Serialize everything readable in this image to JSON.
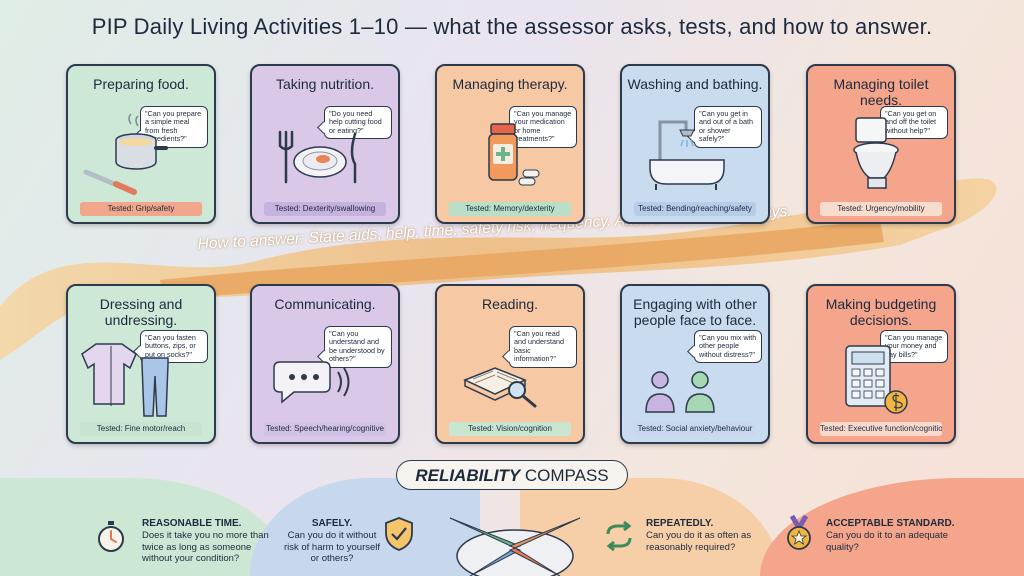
{
  "title": "PIP Daily Living Activities 1–10 — what the assessor asks, tests, and how to answer.",
  "ribbon_text": "How to answer: State aids, help, time, safety risk, frequency. Answer for >50% of days.",
  "activities": [
    {
      "title": "Preparing food.",
      "question": "\"Can you prepare a simple meal from fresh ingredients?\"",
      "tested": "Tested: Grip/safety",
      "icon": "cooking-pot-knife-icon"
    },
    {
      "title": "Taking nutrition.",
      "question": "\"Do you need help cutting food or eating?\"",
      "tested": "Tested: Dexterity/swallowing",
      "icon": "plate-cutlery-icon"
    },
    {
      "title": "Managing therapy.",
      "question": "\"Can you manage your medication or home treatments?\"",
      "tested": "Tested: Memory/dexterity",
      "icon": "medicine-bottle-icon"
    },
    {
      "title": "Washing and bathing.",
      "question": "\"Can you get in and out of a bath or shower safely?\"",
      "tested": "Tested: Bending/reaching/safety",
      "icon": "bathtub-shower-icon"
    },
    {
      "title": "Managing toilet needs.",
      "question": "\"Can you get on and off the toilet without help?\"",
      "tested": "Tested: Urgency/mobility",
      "icon": "toilet-icon"
    },
    {
      "title": "Dressing and undressing.",
      "question": "\"Can you fasten buttons, zips, or put on socks?\"",
      "tested": "Tested: Fine motor/reach",
      "icon": "shirt-trousers-icon"
    },
    {
      "title": "Communicating.",
      "question": "\"Can you understand and be understood by others?\"",
      "tested": "Tested: Speech/hearing/cognitive",
      "icon": "speech-bubble-icon"
    },
    {
      "title": "Reading.",
      "question": "\"Can you read and understand basic information?\"",
      "tested": "Tested: Vision/cognition",
      "icon": "book-magnifier-icon"
    },
    {
      "title": "Engaging with other people face to face.",
      "question": "\"Can you mix with other people without distress?\"",
      "tested": "Tested: Social anxiety/behaviour",
      "icon": "two-people-icon"
    },
    {
      "title": "Making budgeting decisions.",
      "question": "\"Can you manage your money and pay bills?\"",
      "tested": "Tested: Executive function/cognition",
      "icon": "calculator-coin-icon"
    }
  ],
  "compass": {
    "title_em": "RELIABILITY",
    "title_rest": " COMPASS",
    "criteria": [
      {
        "head": "REASONABLE TIME.",
        "body": "Does it take you no more than twice as long as someone without your condition?",
        "icon": "stopwatch-icon"
      },
      {
        "head": "SAFELY.",
        "body": "Can you do it without risk of harm to yourself or others?",
        "icon": "shield-check-icon"
      },
      {
        "head": "REPEATEDLY.",
        "body": "Can you do it as often as reasonably required?",
        "icon": "repeat-arrows-icon"
      },
      {
        "head": "ACCEPTABLE STANDARD.",
        "body": "Can you do it to an adequate quality?",
        "icon": "medal-icon"
      }
    ]
  }
}
